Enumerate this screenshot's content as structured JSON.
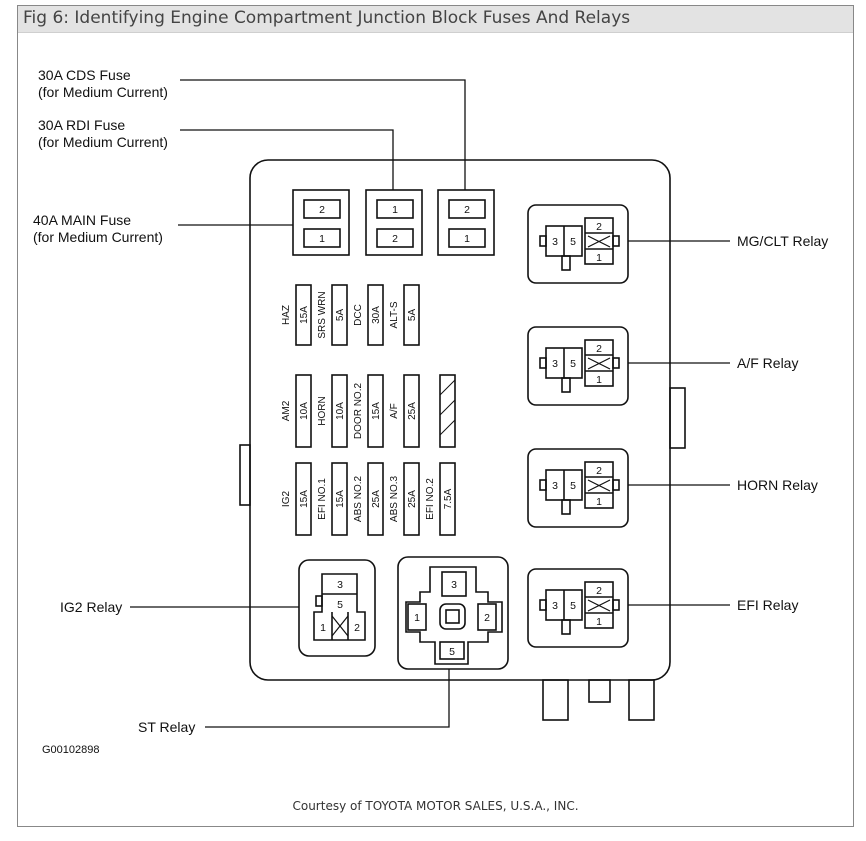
{
  "title": "Fig 6: Identifying Engine Compartment Junction Block Fuses And Relays",
  "credit": "Courtesy of TOYOTA MOTOR SALES, U.S.A., INC.",
  "figure_code": "G00102898",
  "callouts": {
    "cds_fuse": {
      "line1": "30A CDS Fuse",
      "line2": "(for Medium Current)"
    },
    "rdi_fuse": {
      "line1": "30A RDI Fuse",
      "line2": "(for Medium Current)"
    },
    "main_fuse": {
      "line1": "40A MAIN Fuse",
      "line2": "(for Medium Current)"
    },
    "mgclt_relay": "MG/CLT Relay",
    "af_relay": "A/F Relay",
    "horn_relay": "HORN Relay",
    "efi_relay": "EFI Relay",
    "ig2_relay": "IG2 Relay",
    "st_relay": "ST Relay"
  },
  "fuse_blocks": {
    "main": [
      "2",
      "1"
    ],
    "rdi": [
      "1",
      "2"
    ],
    "cds": [
      "2",
      "1"
    ]
  },
  "fuse_rows": {
    "row1": [
      {
        "name": "HAZ",
        "rating": "15A"
      },
      {
        "name": "SRS WRN",
        "rating": "5A"
      },
      {
        "name": "DCC",
        "rating": "30A"
      },
      {
        "name": "ALT-S",
        "rating": "5A"
      }
    ],
    "row2": [
      {
        "name": "AM2",
        "rating": "10A"
      },
      {
        "name": "HORN",
        "rating": "10A"
      },
      {
        "name": "DOOR NO.2",
        "rating": "15A"
      },
      {
        "name": "A/F",
        "rating": "25A"
      }
    ],
    "row3": [
      {
        "name": "IG2",
        "rating": "15A"
      },
      {
        "name": "EFI NO.1",
        "rating": "15A"
      },
      {
        "name": "ABS NO.2",
        "rating": "25A"
      },
      {
        "name": "ABS NO.3",
        "rating": "25A"
      },
      {
        "name": "EFI NO.2",
        "rating": "7.5A"
      }
    ]
  },
  "relay_pins": {
    "small": [
      "3",
      "5",
      "2",
      "1"
    ],
    "ig2": [
      "3",
      "5",
      "1",
      "2"
    ],
    "st": [
      "3",
      "1",
      "2",
      "5"
    ]
  }
}
